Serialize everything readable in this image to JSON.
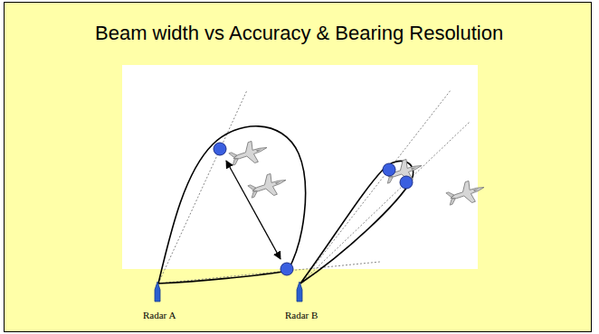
{
  "diagram": {
    "title": "Beam width vs Accuracy & Bearing Resolution",
    "labels": [
      "Radar A",
      "Radar B"
    ]
  }
}
